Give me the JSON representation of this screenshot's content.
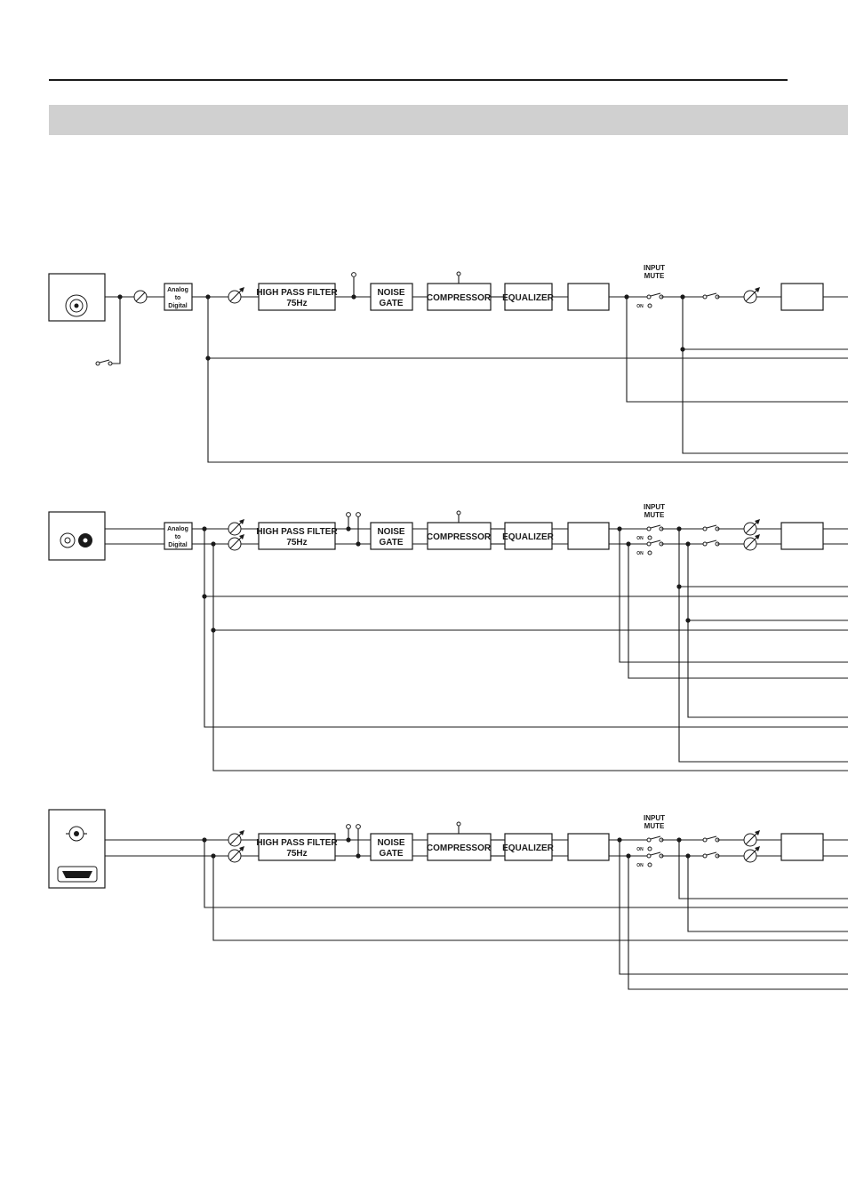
{
  "labels": {
    "adc_line1": "Analog",
    "adc_line2": "to",
    "adc_line3": "Digital",
    "hpf_line1": "HIGH PASS FILTER",
    "hpf_line2": "75Hz",
    "gate_line1": "NOISE",
    "gate_line2": "GATE",
    "compressor": "COMPRESSOR",
    "equalizer": "EQUALIZER",
    "mute_line1": "INPUT",
    "mute_line2": "MUTE",
    "on": "ON"
  },
  "icons": {
    "combo_jack": "xlr-combo-jack-icon",
    "rca_jacks": "rca-jacks-icon",
    "coax_jack": "coaxial-jack-icon",
    "hdmi_port": "hdmi-port-icon"
  },
  "colors": {
    "line": "#1a1a1a",
    "band": "#d0d0d0"
  }
}
